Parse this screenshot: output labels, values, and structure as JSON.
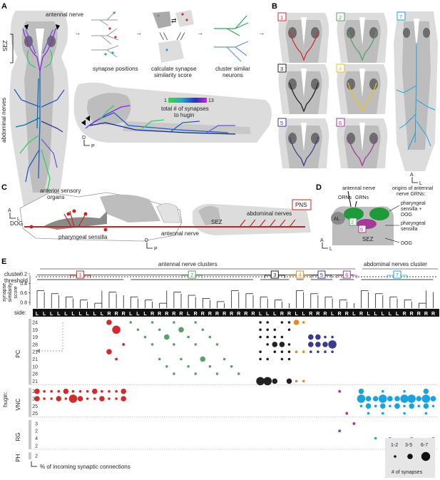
{
  "colors": {
    "c1": "#d32b2b",
    "c2": "#5aa06a",
    "c3": "#222222",
    "c4": "#e88a1e",
    "c5": "#3b3a8f",
    "c6": "#a23a96",
    "c7": "#1aa3dd",
    "tissue_light": "#dcdcdc",
    "tissue_mid": "#bdbdbd",
    "tissue_dark": "#8a8a8a"
  },
  "panelA": {
    "letter": "A",
    "antennal_nerve": "antennal nerve",
    "sez": "SEZ",
    "abdominal_nerves": "abdominal nerves",
    "synapse_positions": "synapse positions",
    "calc_line1": "calculate synapse",
    "calc_line2": "similarity score",
    "cluster_line1": "cluster similar",
    "cluster_line2": "neurons",
    "scale_min": "1",
    "scale_max": "13",
    "scale_line1": "total # of synapses",
    "scale_line2": "to hugin",
    "axis_a": "A",
    "axis_l": "L",
    "axis_d": "D",
    "axis_p": "P"
  },
  "panelB": {
    "letter": "B",
    "tiles": [
      {
        "num": "1",
        "color": "#d32b2b"
      },
      {
        "num": "2",
        "color": "#5aa06a"
      },
      {
        "num": "3",
        "color": "#222222"
      },
      {
        "num": "4",
        "color": "#e8c21e"
      },
      {
        "num": "5",
        "color": "#3b3a8f"
      },
      {
        "num": "6",
        "color": "#a23a96"
      },
      {
        "num": "7",
        "color": "#1aa3dd"
      }
    ],
    "axis_a": "A",
    "axis_l": "L"
  },
  "panelC": {
    "letter": "C",
    "anterior_line1": "anterior sensory",
    "anterior_line2": "organs",
    "dog": "DOG",
    "pharyngeal": "pharyngeal sensilla",
    "antennal_nerve": "antennal nerve",
    "sez": "SEZ",
    "abdominal_nerves": "abdominal nerves",
    "pns": "PNS",
    "axis_d": "D",
    "axis_p": "P"
  },
  "panelD": {
    "letter": "D",
    "antennal_nerve": "antennal nerve",
    "orns": "ORNs",
    "grns": "GRNs",
    "origins_line1": "origins of antennal",
    "origins_line2": "nerve GRNs:",
    "al": "AL",
    "sez": "SEZ",
    "box2": "2",
    "box6": "6",
    "phar_dog_line1": "pharyngeal",
    "phar_dog_line2": "sensilla +",
    "phar_dog_line3": "DOG",
    "phar_line1": "pharyngeal",
    "phar_line2": "sensilla",
    "dog": "DOG",
    "axis_a": "A",
    "axis_l": "L"
  },
  "panelE": {
    "letter": "E",
    "antennal_clusters": "antennal nerve clusters",
    "abdominal_cluster": "abdominal nerves cluster",
    "cluster_threshold_line1": "cluster",
    "cluster_threshold_line2": "threshold",
    "yaxis_line1": "synapse",
    "yaxis_line2": "similarity",
    "yaxis_line3": "score",
    "yticks": [
      "0.2",
      "0.4",
      "0.6",
      "0.8"
    ],
    "side_label": "side:",
    "sides": [
      "L",
      "L",
      "L",
      "L",
      "L",
      "L",
      "L",
      "L",
      "L",
      "L",
      "R",
      "R",
      "R",
      "L",
      "L",
      "L",
      "R",
      "R",
      "R",
      "R",
      "R",
      "L",
      "R",
      "R",
      "R",
      "R",
      "R",
      "R",
      "R",
      "R",
      "R",
      "L",
      "L",
      "L",
      "R",
      "R",
      "L",
      "L",
      "R",
      "R",
      "R",
      "L",
      "R",
      "R",
      "L",
      "R",
      "L",
      "L",
      "L",
      "L",
      "L",
      "R",
      "R",
      "R",
      "R",
      "R"
    ],
    "group_labels": [
      {
        "num": "1",
        "color": "#d32b2b"
      },
      {
        "num": "2",
        "color": "#5aa06a"
      },
      {
        "num": "3",
        "color": "#222222"
      },
      {
        "num": "4",
        "color": "#e88a1e"
      },
      {
        "num": "5",
        "color": "#3b3a8f"
      },
      {
        "num": "6",
        "color": "#a23a96"
      },
      {
        "num": "7",
        "color": "#1aa3dd"
      }
    ],
    "row_groups": [
      {
        "name": "PC",
        "rows": [
          "24",
          "19",
          "19",
          "28",
          "21",
          "21",
          "10",
          "28",
          "21"
        ]
      },
      {
        "name": "VNC",
        "rows": [
          "25",
          "39",
          "25",
          "25"
        ]
      },
      {
        "name": "RG",
        "rows": [
          "3",
          "2",
          "4",
          "2"
        ]
      },
      {
        "name": "PH",
        "rows": [
          "2"
        ]
      }
    ],
    "hugin_label": "hugin:",
    "footer": "% of incoming synaptic connections",
    "legend": {
      "sizes": [
        "1-2",
        "3-5",
        "6-7"
      ],
      "title": "# of synapses"
    }
  }
}
